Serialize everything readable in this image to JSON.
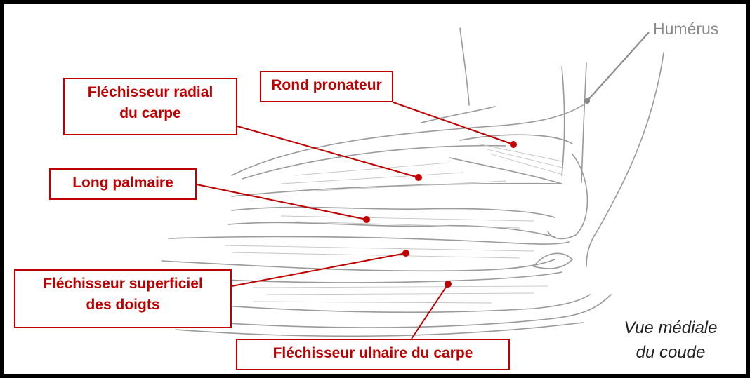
{
  "labels": {
    "flechisseur_radial": [
      "Fléchisseur radial",
      "du carpe"
    ],
    "rond_pronateur": "Rond pronateur",
    "long_palmaire": "Long palmaire",
    "flechisseur_superficiel": [
      "Fléchisseur superficiel",
      "des doigts"
    ],
    "flechisseur_ulnaire": "Fléchisseur ulnaire du carpe",
    "humerus": "Humérus"
  },
  "caption": [
    "Vue médiale",
    "du coude"
  ],
  "colors": {
    "label_red": "#c00000",
    "pencil_gray": "#9a9a9a",
    "humerus_gray": "#8a8a8a"
  }
}
